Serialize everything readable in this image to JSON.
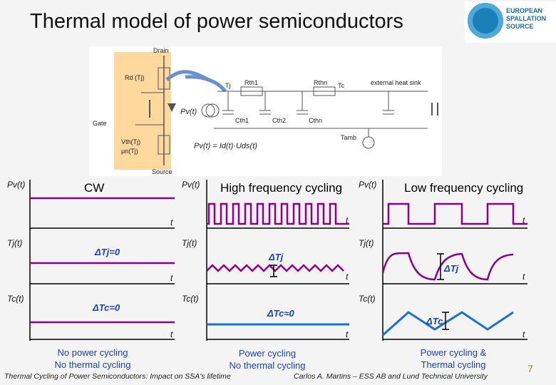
{
  "title": "Thermal model of power semiconductors",
  "logo": {
    "text": [
      "EUROPEAN",
      "SPALLATION",
      "SOURCE"
    ],
    "mark": "ess"
  },
  "circuit": {
    "drain": "Drain",
    "gate": "Gate",
    "source": "Source",
    "rd": "Rd (Tj)",
    "vth": "Vth(Tj)",
    "mu": "μn(Tj)",
    "pv": "Pv(t)",
    "tj": "Tj",
    "tc": "Tc",
    "tamb": "Tamb",
    "rth1": "Rth1",
    "rthn": "Rthn",
    "cth1": "Cth1",
    "cth2": "Cth2",
    "cthn": "Cthn",
    "heatsink": "external heat sink",
    "formula": "Pv(t) = Id(t)·Uds(t)"
  },
  "labels": {
    "pv": "Pv(t)",
    "tj": "Tj(t)",
    "tc": "Tc(t)",
    "t": "t",
    "cw": "CW",
    "hf": "High frequency cycling",
    "lf": "Low frequency cycling",
    "dtj0": "ΔTj=0",
    "dtc0": "ΔTc=0",
    "dtj_hf": "ΔTj",
    "dtc_hf": "ΔTc≈0",
    "dtj_lf": "ΔTj",
    "dtc_lf": "ΔTc"
  },
  "captions": {
    "cw1": "No power cycling",
    "cw2": "No thermal cycling",
    "hf1": "Power cycling",
    "hf2": "No thermal cycling",
    "lf1": "Power cycling &",
    "lf2": "Thermal cycling"
  },
  "footer": {
    "left": "Thermal Cycling of Power Semiconductors: Impact on SSA's lifetime",
    "right": "Carlos A. Martins – ESS AB and Lund Technical University",
    "page": "7"
  },
  "colors": {
    "axis": "#000000",
    "signal": "#8a008a",
    "heading_hf": "#000000",
    "caption": "#1a3fbf"
  }
}
